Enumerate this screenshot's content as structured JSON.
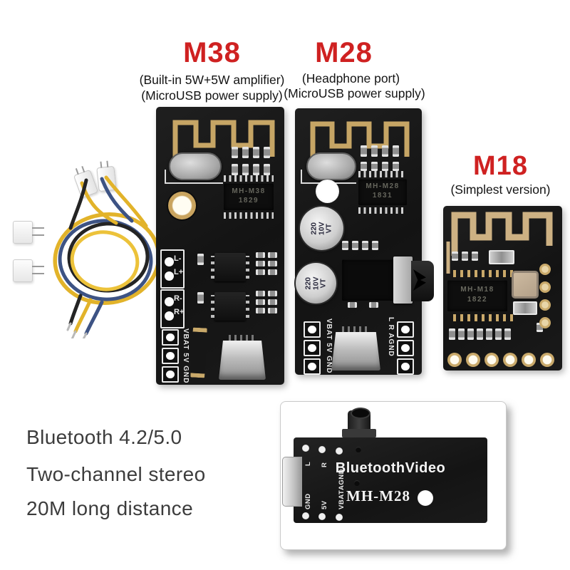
{
  "annotations": {
    "m38": {
      "title": "M38",
      "subtitle1": "(Built-in 5W+5W amplifier)",
      "subtitle2": "(MicroUSB power supply)"
    },
    "m28": {
      "title": "M28",
      "subtitle1": "(Headphone port)",
      "subtitle2": "(MicroUSB power supply)"
    },
    "m18": {
      "title": "M18",
      "subtitle1": "(Simplest version)"
    }
  },
  "features": {
    "lines": [
      "Bluetooth 4.2/5.0",
      "Two-channel stereo",
      "20M long distance"
    ]
  },
  "boards": {
    "m38": {
      "chip_marking": [
        "MH-M38",
        "1829"
      ],
      "audio_pads": [
        [
          "L-",
          "L+"
        ],
        [
          "R-",
          "R+"
        ]
      ],
      "power_silk": "VBAT 5V GND"
    },
    "m28": {
      "chip_marking": [
        "MH-M28",
        "1831"
      ],
      "cap_marking": [
        "220",
        "10V",
        "VT"
      ],
      "power_silk": "VBAT 5V GND",
      "audio_silk": "L R AGND"
    },
    "m18": {
      "chip_marking": [
        "MH-M18",
        "1822"
      ]
    }
  },
  "inset": {
    "brand": "BluetoothVideo",
    "model": "MH-M28",
    "top_pins": [
      "L",
      "R",
      "AGND"
    ],
    "bottom_pins": [
      "GND",
      "5V",
      "VBAT"
    ]
  },
  "colors": {
    "title_red": "#cf2121",
    "subtitle_black": "#141414",
    "feature_gray": "#3c3c3c",
    "pcb_black": "#191919",
    "copper_gold": "#c6a565",
    "wire_yellow": "#e2b32a",
    "wire_blue": "#3d5384",
    "wire_black": "#222222",
    "silkscreen": "#e8e8e8"
  }
}
